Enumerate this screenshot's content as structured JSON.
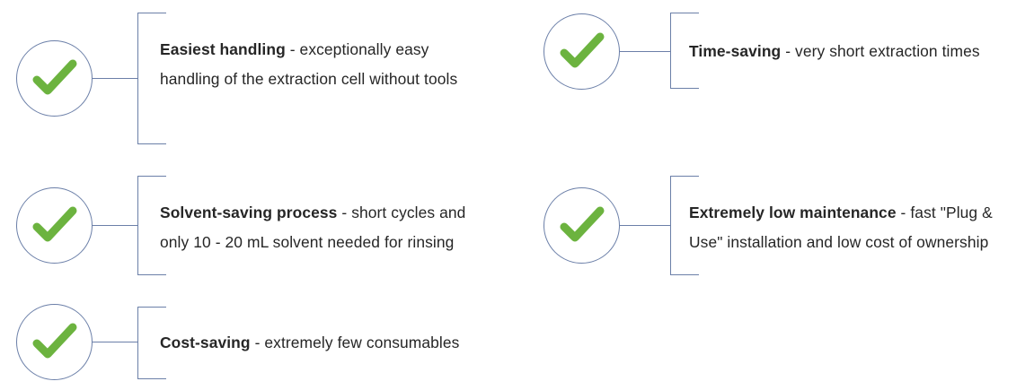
{
  "theme": {
    "background": "#ffffff",
    "accent_line": "#6b7fa8",
    "check_green": "#6cb33f",
    "text_color": "#262626"
  },
  "icon": {
    "name": "check-circle-icon",
    "glyph": "✔"
  },
  "columns": [
    {
      "name": "left-column",
      "items": [
        {
          "lead": "Easiest handling",
          "rest": " - exceptionally easy handling of the extraction cell without tools"
        },
        {
          "lead": "Solvent-saving process",
          "rest": " - short cycles and only 10 - 20 mL solvent needed for rinsing"
        },
        {
          "lead": "Cost-saving",
          "rest": " - extremely few consumables"
        }
      ]
    },
    {
      "name": "right-column",
      "items": [
        {
          "lead": "Time-saving",
          "rest": " - very short extraction times"
        },
        {
          "lead": "Extremely low maintenance",
          "rest": " - fast \"Plug & Use\" installation and low cost of ownership"
        }
      ]
    }
  ]
}
